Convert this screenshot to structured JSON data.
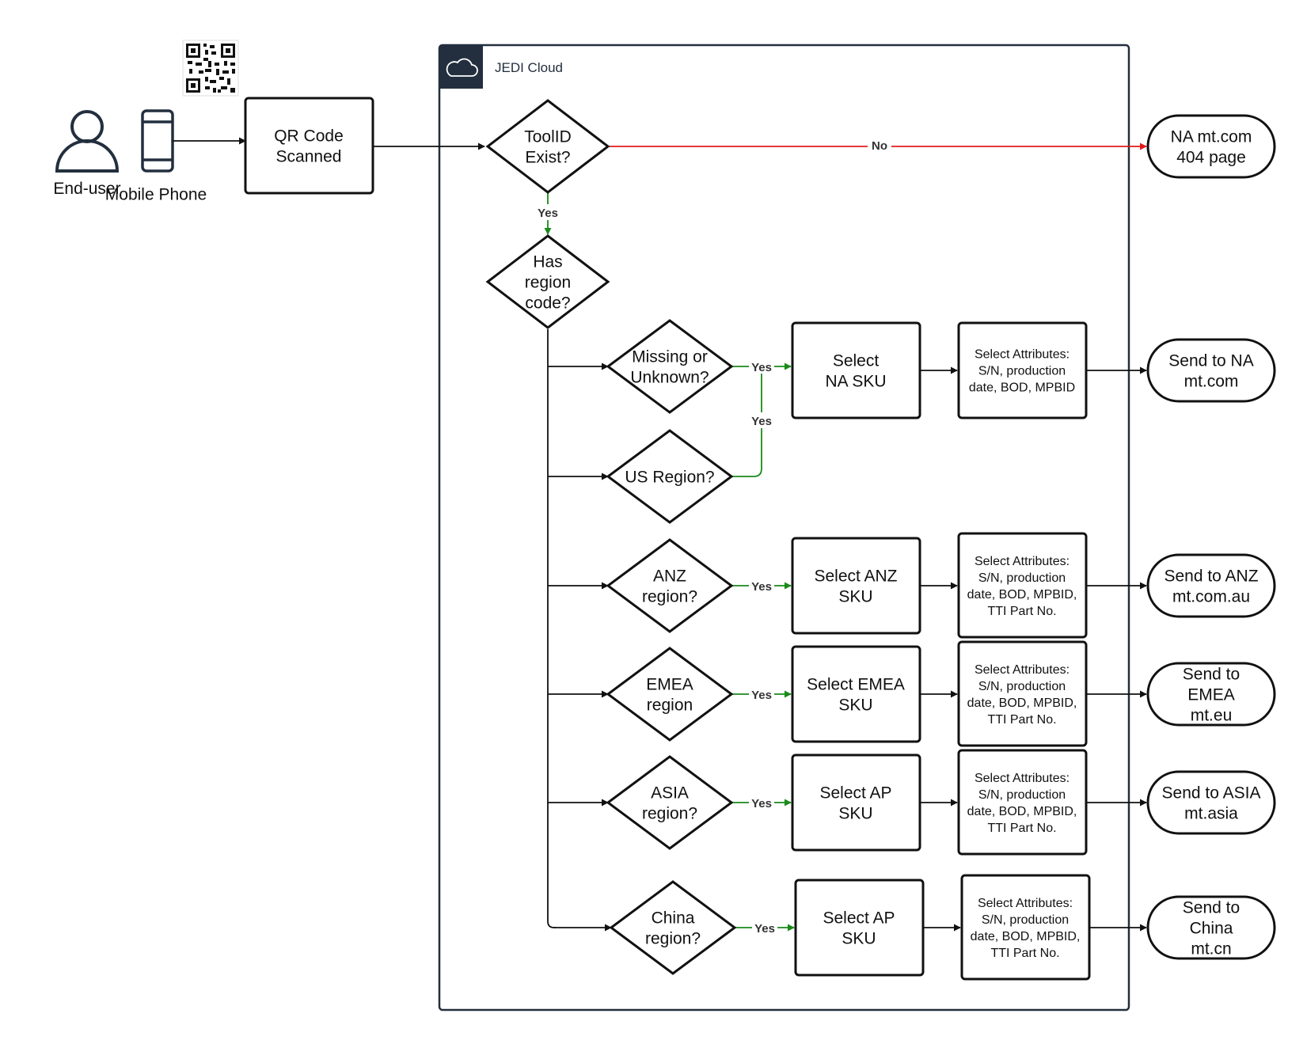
{
  "colors": {
    "stroke": "#111111",
    "yes": "#1a8a1a",
    "no": "#e01b1b",
    "cloud_header": "#232f3e"
  },
  "actors": {
    "end_user": {
      "label": "End-user",
      "icon": "user-icon"
    },
    "mobile_phone": {
      "label": "Mobile Phone",
      "icon": "mobile-phone-icon"
    },
    "qr_code": {
      "icon": "qr-code-icon"
    }
  },
  "cloud": {
    "title": "JEDI Cloud",
    "icon": "cloud-icon"
  },
  "nodes": {
    "qr_scanned": "QR Code Scanned",
    "toolid_exist": "ToolID Exist?",
    "has_region": "Has region code?",
    "missing_unknown": "Missing or Unknown?",
    "us_region": "US Region?",
    "anz_region": "ANZ region?",
    "emea_region": "EMEA region",
    "asia_region": "ASIA region?",
    "china_region": "China region?",
    "select_na": "Select NA SKU",
    "select_anz": "Select ANZ SKU",
    "select_emea": "Select EMEA SKU",
    "select_ap_asia": "Select AP SKU",
    "select_ap_china": "Select AP SKU",
    "attrs_na": "Select Attributes: S/N, production date, BOD, MPBID",
    "attrs_anz": "Select Attributes: S/N, production date, BOD, MPBID, TTI Part No.",
    "attrs_emea": "Select Attributes: S/N, production date, BOD, MPBID, TTI Part No.",
    "attrs_asia": "Select Attributes: S/N, production date, BOD, MPBID, TTI Part No.",
    "attrs_china": "Select Attributes: S/N, production date, BOD, MPBID, TTI Part No.",
    "na_404": "NA mt.com 404 page",
    "send_na": "Send to NA mt.com",
    "send_anz": "Send to ANZ mt.com.au",
    "send_emea": "Send to EMEA mt.eu",
    "send_asia": "Send to ASIA mt.asia",
    "send_china": "Send to China mt.cn"
  },
  "edge_labels": {
    "no": "No",
    "yes": "Yes"
  }
}
